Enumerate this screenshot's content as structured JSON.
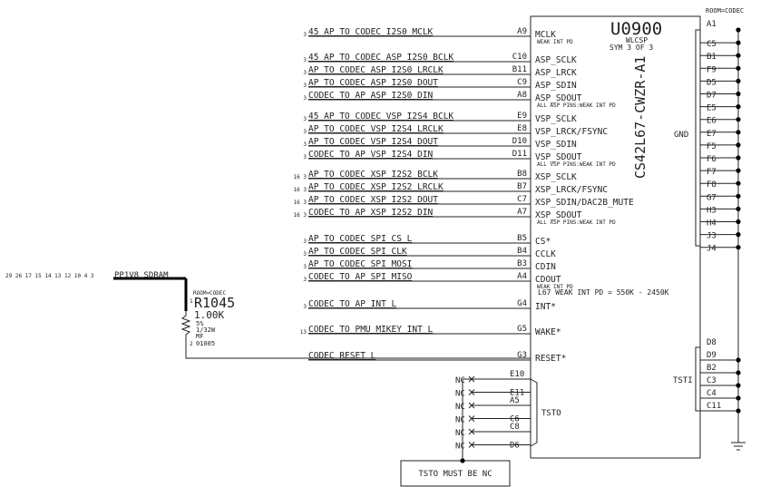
{
  "room_top": "ROOM=CODEC",
  "part": {
    "refdes": "U0900",
    "package": "WLCSP",
    "sym": "SYM 3 OF 3",
    "partno": "CS42L67-CWZR-A1"
  },
  "left_nets": [
    {
      "pre": "3",
      "net": "45_AP_TO_CODEC_I2S0_MCLK",
      "pin": "A9",
      "sig": "MCLK",
      "note": "WEAK INT PD"
    },
    {
      "pre": "3",
      "net": "45_AP_TO_CODEC_ASP_I2S0_BCLK",
      "pin": "C10",
      "sig": "ASP_SCLK",
      "note": ""
    },
    {
      "pre": "3",
      "net": "AP_TO_CODEC_ASP_I2S0_LRCLK",
      "pin": "B11",
      "sig": "ASP_LRCK",
      "note": ""
    },
    {
      "pre": "3",
      "net": "AP_TO_CODEC_ASP_I2S0_DOUT",
      "pin": "C9",
      "sig": "ASP_SDIN",
      "note": ""
    },
    {
      "pre": "3",
      "net": "CODEC_TO_AP_ASP_I2S0_DIN",
      "pin": "A8",
      "sig": "ASP_SDOUT",
      "note": "ALL ASP PINS:WEAK INT PD"
    },
    {
      "pre": "3",
      "net": "45_AP_TO_CODEC_VSP_I2S4_BCLK",
      "pin": "E9",
      "sig": "VSP_SCLK",
      "note": ""
    },
    {
      "pre": "3",
      "net": "AP_TO_CODEC_VSP_I2S4_LRCLK",
      "pin": "E8",
      "sig": "VSP_LRCK/FSYNC",
      "note": ""
    },
    {
      "pre": "3",
      "net": "AP_TO_CODEC_VSP_I2S4_DOUT",
      "pin": "D10",
      "sig": "VSP_SDIN",
      "note": ""
    },
    {
      "pre": "3",
      "net": "CODEC_TO_AP_VSP_I2S4_DIN",
      "pin": "D11",
      "sig": "VSP_SDOUT",
      "note": "ALL VSP PINS:WEAK INT PD"
    },
    {
      "pre": "16 3",
      "net": "AP_TO_CODEC_XSP_I2S2_BCLK",
      "pin": "B8",
      "sig": "XSP_SCLK",
      "note": ""
    },
    {
      "pre": "16 3",
      "net": "AP_TO_CODEC_XSP_I2S2_LRCLK",
      "pin": "B7",
      "sig": "XSP_LRCK/FSYNC",
      "note": ""
    },
    {
      "pre": "16 3",
      "net": "AP_TO_CODEC_XSP_I2S2_DOUT",
      "pin": "C7",
      "sig": "XSP_SDIN/DAC2B_MUTE",
      "note": ""
    },
    {
      "pre": "16 3",
      "net": "CODEC_TO_AP_XSP_I2S2_DIN",
      "pin": "A7",
      "sig": "XSP_SDOUT",
      "note": "ALL XSP PINS:WEAK INT PD"
    },
    {
      "pre": "3",
      "net": "AP_TO_CODEC_SPI_CS_L",
      "pin": "B5",
      "sig": "CS*",
      "note": ""
    },
    {
      "pre": "3",
      "net": "AP_TO_CODEC_SPI_CLK",
      "pin": "B4",
      "sig": "CCLK",
      "note": ""
    },
    {
      "pre": "3",
      "net": "AP_TO_CODEC_SPI_MOSI",
      "pin": "B3",
      "sig": "CDIN",
      "note": ""
    },
    {
      "pre": "3",
      "net": "CODEC_TO_AP_SPI_MISO",
      "pin": "A4",
      "sig": "CDOUT",
      "note": "WEAK INT PD"
    },
    {
      "pre": "3",
      "net": "CODEC_TO_AP_INT_L",
      "pin": "G4",
      "sig": "INT*",
      "note": ""
    },
    {
      "pre": "13",
      "net": "CODEC_TO_PMU_MIKEY_INT_L",
      "pin": "G5",
      "sig": "WAKE*",
      "note": ""
    },
    {
      "pre": "",
      "net": "CODEC_RESET_L",
      "pin": "G3",
      "sig": "RESET*",
      "note": ""
    }
  ],
  "cdout_note2": "L67 WEAK INT PD = 550K - 2450K",
  "gnd": {
    "label": "GND",
    "pins": [
      "A1",
      "C5",
      "B1",
      "F9",
      "D5",
      "D7",
      "E5",
      "E6",
      "E7",
      "F5",
      "F6",
      "F7",
      "F8",
      "G7",
      "H3",
      "H4",
      "J3",
      "J4"
    ]
  },
  "tsti": {
    "label": "TSTI",
    "pins": [
      "D8",
      "D9",
      "B2",
      "C3",
      "C4",
      "C11"
    ]
  },
  "tsto": {
    "label": "TSTO",
    "pins": [
      "E10",
      "E11",
      "A5",
      "C6",
      "C8",
      "D6"
    ],
    "nc": "NC",
    "note": "TSTO MUST BE NC"
  },
  "rail": {
    "pages": "29 26 17 15 14 13 12 10 4 3",
    "name": "PP1V8_SDRAM"
  },
  "resistor": {
    "room": "ROOM=CODEC",
    "refdes": "R1045",
    "value": "1.00K",
    "tol": "5%",
    "power": "1/32W",
    "type": "MF",
    "size": "01005",
    "pin1": "1",
    "pin2": "2"
  }
}
